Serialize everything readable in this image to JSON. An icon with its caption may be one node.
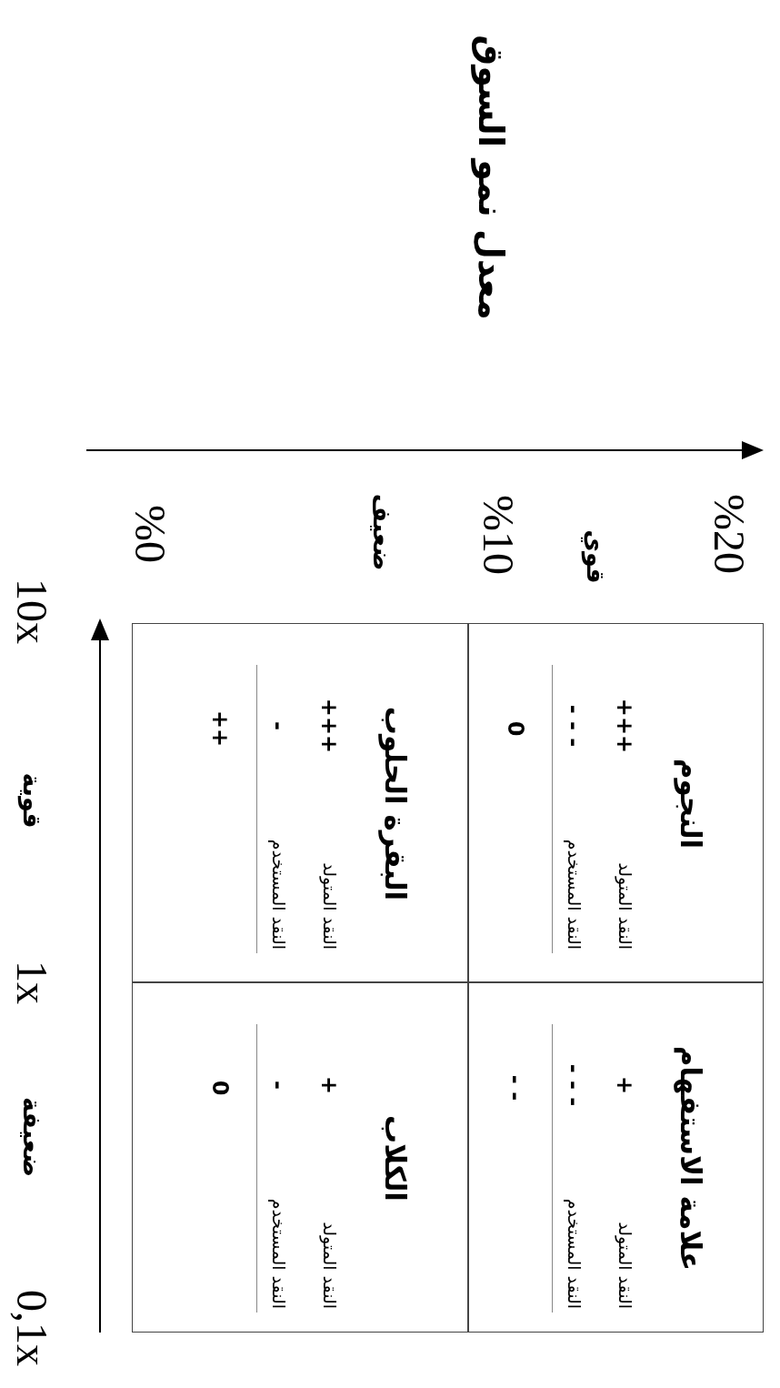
{
  "diagram": {
    "nodes": [
      {
        "text": [
          "النجوم",
          "النقد المتولد",
          "+++",
          "النقد المستخدم",
          "- - -",
          "0"
        ]
      },
      {
        "text": [
          "علامة الاستفهام",
          "النقد المتولد",
          "+",
          "النقد المستخدم",
          "- - -",
          "- -"
        ]
      },
      {
        "text": [
          "البقرة الحلوب",
          "النقد المتولد",
          "+++",
          "النقد المستخدم",
          "-",
          "++"
        ]
      },
      {
        "text": [
          "الكلاب",
          "النقد المتولد",
          "+",
          "النقد المستخدم",
          "-",
          "0"
        ]
      }
    ],
    "labels": [
      "معدل نمو السوق",
      "%20",
      "قوي",
      "%10",
      "ضعيف",
      "%0",
      "10x",
      "قوية",
      "1x",
      "ضعيفة",
      "0,1x"
    ]
  }
}
